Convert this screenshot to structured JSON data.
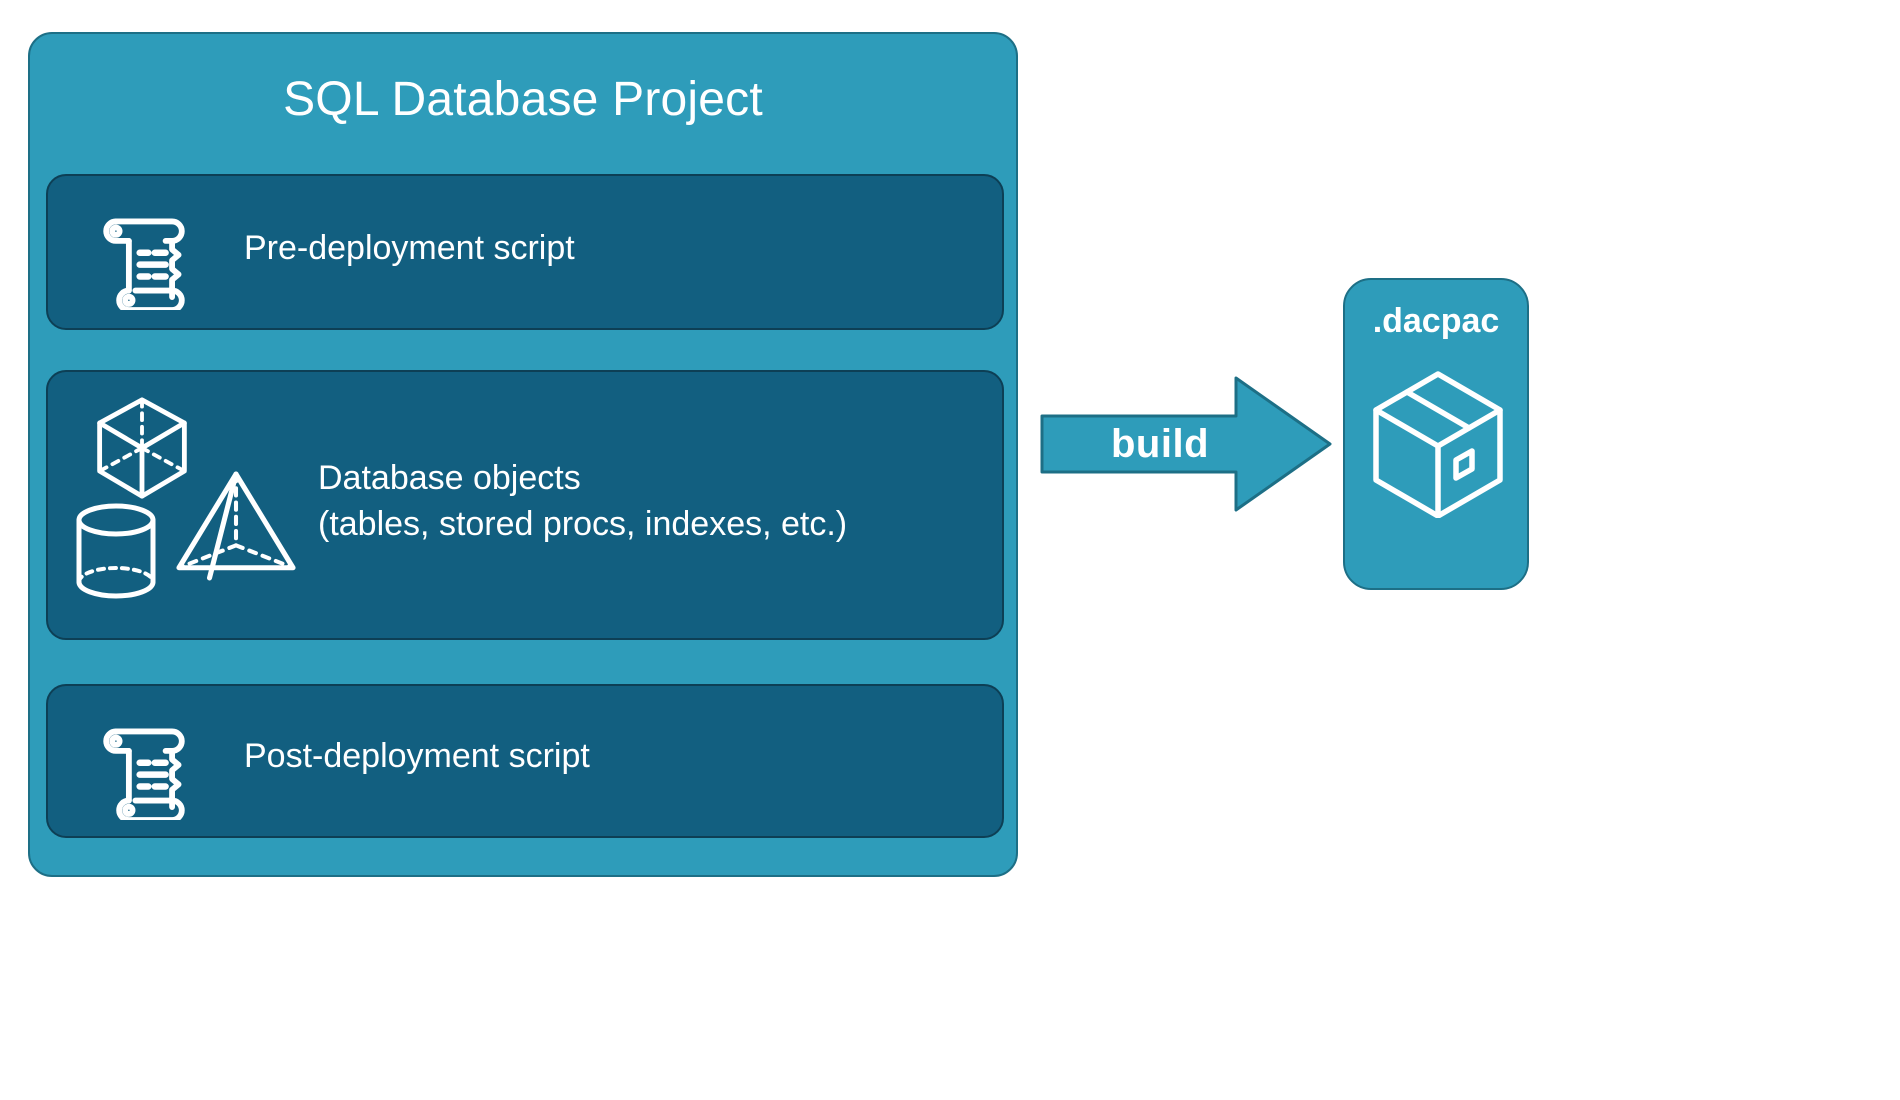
{
  "diagram": {
    "title": "SQL Database Project",
    "colors": {
      "outer_container": "#2e9cba",
      "inner_card": "#125f80",
      "card_border": "#0d3f55",
      "accent_border": "#1d6f86",
      "text": "#ffffff",
      "background": "#ffffff"
    },
    "project": {
      "title": "SQL Database Project",
      "items": [
        {
          "id": "pre-deployment",
          "label": "Pre-deployment script",
          "icon": "scroll-icon"
        },
        {
          "id": "database-objects",
          "label": "Database objects\n(tables, stored procs, indexes, etc.)",
          "line1": "Database objects",
          "line2": "(tables, stored procs, indexes, etc.)",
          "icons": [
            "cube-icon",
            "pyramid-icon",
            "cylinder-icon"
          ]
        },
        {
          "id": "post-deployment",
          "label": "Post-deployment script",
          "icon": "scroll-icon"
        }
      ]
    },
    "arrow": {
      "label": "build",
      "direction": "right",
      "fill": "#2e9cba",
      "stroke": "#1d6f86"
    },
    "output": {
      "title": ".dacpac",
      "icon": "package-box-icon",
      "fill": "#2e9cba"
    }
  }
}
